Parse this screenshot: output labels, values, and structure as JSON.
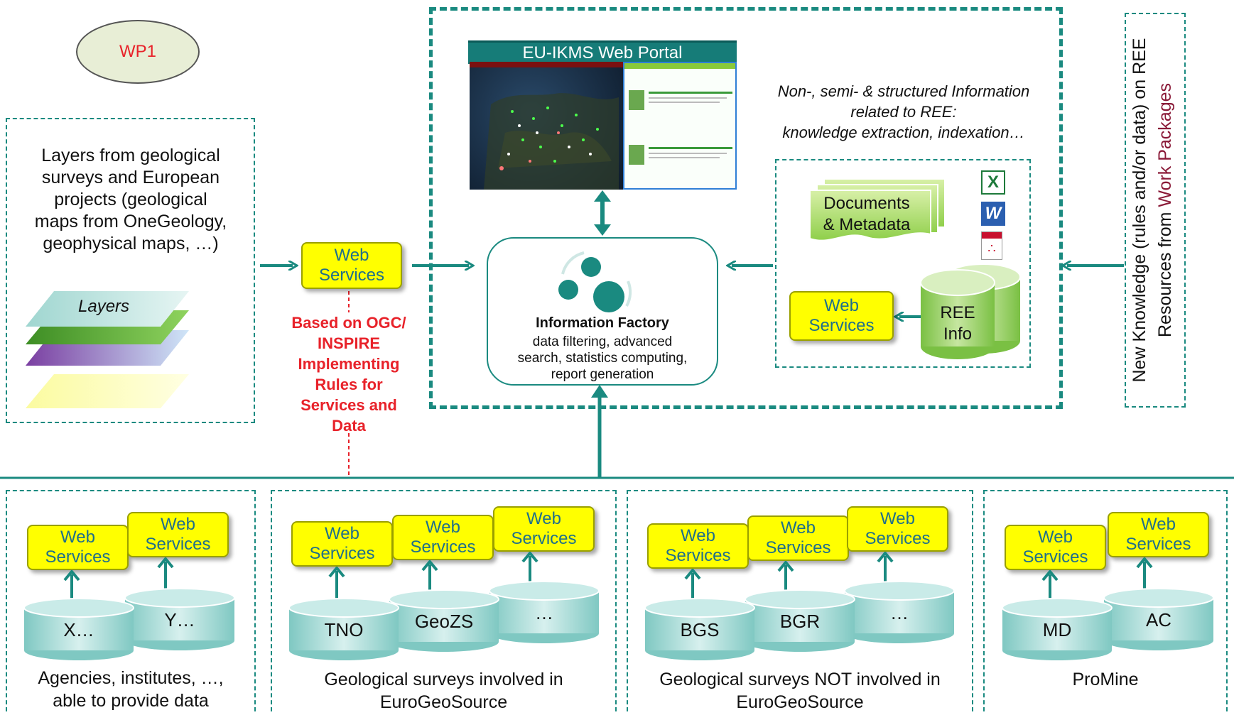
{
  "wp1": "WP1",
  "left_box": {
    "lines": [
      "Layers from geological",
      "surveys and  European",
      "projects (geological",
      "maps from OneGeology,",
      "geophysical maps, …)"
    ],
    "layers_label": "Layers"
  },
  "ws_top": [
    "Web",
    "Services"
  ],
  "ogc_text": [
    "Based on OGC/",
    "INSPIRE",
    "Implementing",
    "Rules for",
    "Services and",
    "Data"
  ],
  "portal": {
    "title": "EU-IKMS Web Portal"
  },
  "info_text": [
    "Non-, semi- & structured Information",
    "related to REE:",
    "knowledge extraction, indexation…"
  ],
  "factory": {
    "title": "Information Factory",
    "lines": [
      "data filtering, advanced",
      "search, statistics computing,",
      "report generation"
    ]
  },
  "documents": [
    "Documents",
    "& Metadata"
  ],
  "ree_info": [
    "REE",
    "Info"
  ],
  "ws_ree": [
    "Web",
    "Services"
  ],
  "right_text": {
    "line1_a": "New Knowledge  (rules  and/or data) on  REE",
    "line2_a": "Resources  from ",
    "line2_b": "Work Packages"
  },
  "groups": [
    {
      "ws": [
        [
          "Web",
          "Services"
        ],
        [
          "Web",
          "Services"
        ]
      ],
      "dbs": [
        "X…",
        "Y…"
      ],
      "caption": [
        "Agencies, institutes,  …,",
        "able to provide data"
      ]
    },
    {
      "ws": [
        [
          "Web",
          "Services"
        ],
        [
          "Web",
          "Services"
        ],
        [
          "Web",
          "Services"
        ]
      ],
      "dbs": [
        "TNO",
        "GeoZS",
        "…"
      ],
      "caption": [
        "Geological surveys involved in",
        "EuroGeoSource"
      ]
    },
    {
      "ws": [
        [
          "Web",
          "Services"
        ],
        [
          "Web",
          "Services"
        ],
        [
          "Web",
          "Services"
        ]
      ],
      "dbs": [
        "BGS",
        "BGR",
        "…"
      ],
      "caption": [
        "Geological surveys NOT involved in",
        "EuroGeoSource"
      ]
    },
    {
      "ws": [
        [
          "Web",
          "Services"
        ],
        [
          "Web",
          "Services"
        ]
      ],
      "dbs": [
        "MD",
        "AC"
      ],
      "caption": [
        "ProMine"
      ]
    }
  ],
  "colors": {
    "teal": "#1a8a80",
    "yellow": "#ffff00",
    "red": "#e8222a",
    "cylinder": "#a8ddd9"
  }
}
